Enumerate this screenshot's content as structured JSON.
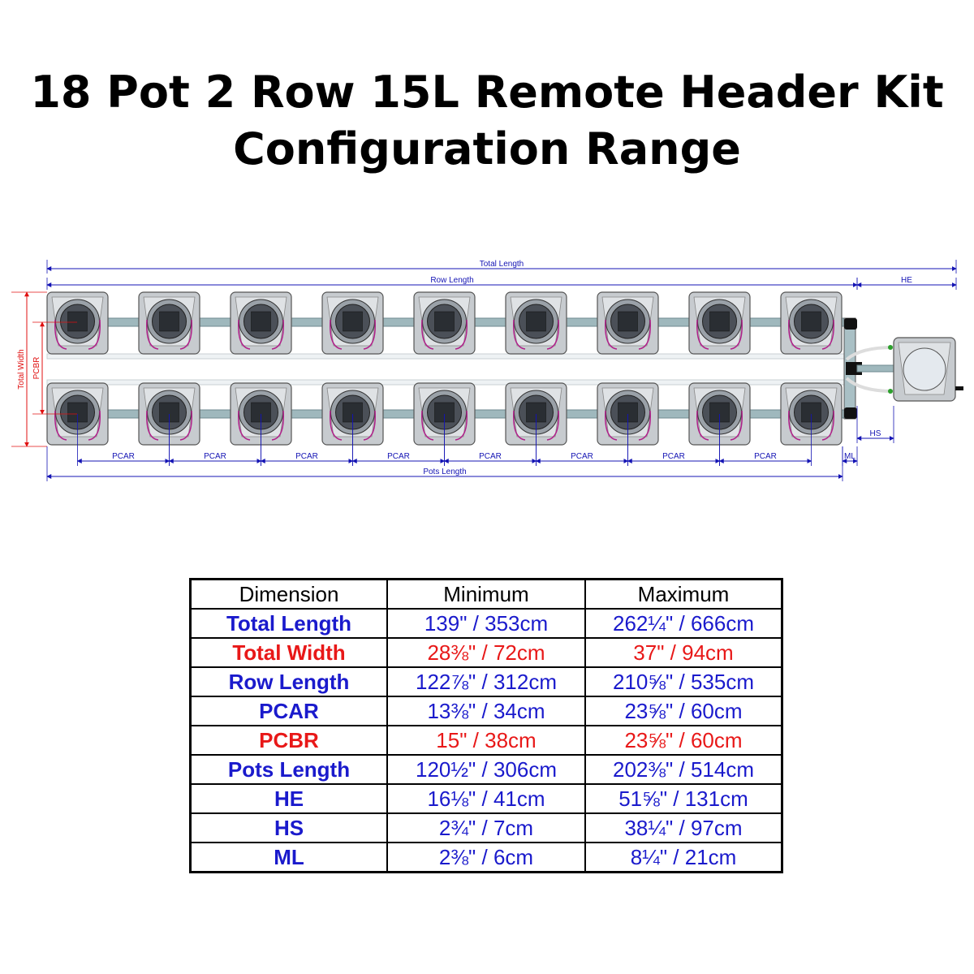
{
  "title": {
    "line1": "18 Pot 2 Row 15L Remote Header Kit",
    "line2": "Configuration Range"
  },
  "diagram": {
    "pots_per_row": 9,
    "rows": 2,
    "labels": {
      "total_length": "Total Length",
      "row_length": "Row Length",
      "he": "HE",
      "total_width": "Total Width",
      "pcbr": "PCBR",
      "pcar": "PCAR",
      "pots_length": "Pots Length",
      "hs": "HS",
      "ml": "ML"
    },
    "colors": {
      "blue": "#1414b4",
      "red": "#e01010",
      "pot": "#c7cbcf",
      "pipe": "#9fb8bd",
      "drip": "#b0208a"
    }
  },
  "table": {
    "headers": [
      "Dimension",
      "Minimum",
      "Maximum"
    ],
    "rows": [
      {
        "dimension": "Total Length",
        "minimum": "139\" / 353cm",
        "maximum": "262¼\" / 666cm",
        "color": "#1a1acc"
      },
      {
        "dimension": "Total Width",
        "minimum": "28⅜\" / 72cm",
        "maximum": "37\" / 94cm",
        "color": "#e81818"
      },
      {
        "dimension": "Row Length",
        "minimum": "122⅞\" / 312cm",
        "maximum": "210⅝\" / 535cm",
        "color": "#1a1acc"
      },
      {
        "dimension": "PCAR",
        "minimum": "13⅜\" / 34cm",
        "maximum": "23⅝\" / 60cm",
        "color": "#1a1acc"
      },
      {
        "dimension": "PCBR",
        "minimum": "15\" / 38cm",
        "maximum": "23⅝\" / 60cm",
        "color": "#e81818"
      },
      {
        "dimension": "Pots Length",
        "minimum": "120½\" / 306cm",
        "maximum": "202⅜\" / 514cm",
        "color": "#1a1acc"
      },
      {
        "dimension": "HE",
        "minimum": "16⅛\" / 41cm",
        "maximum": "51⅝\" / 131cm",
        "color": "#1a1acc"
      },
      {
        "dimension": "HS",
        "minimum": "2¾\" / 7cm",
        "maximum": "38¼\" / 97cm",
        "color": "#1a1acc"
      },
      {
        "dimension": "ML",
        "minimum": "2⅜\" / 6cm",
        "maximum": "8¼\" / 21cm",
        "color": "#1a1acc"
      }
    ]
  }
}
